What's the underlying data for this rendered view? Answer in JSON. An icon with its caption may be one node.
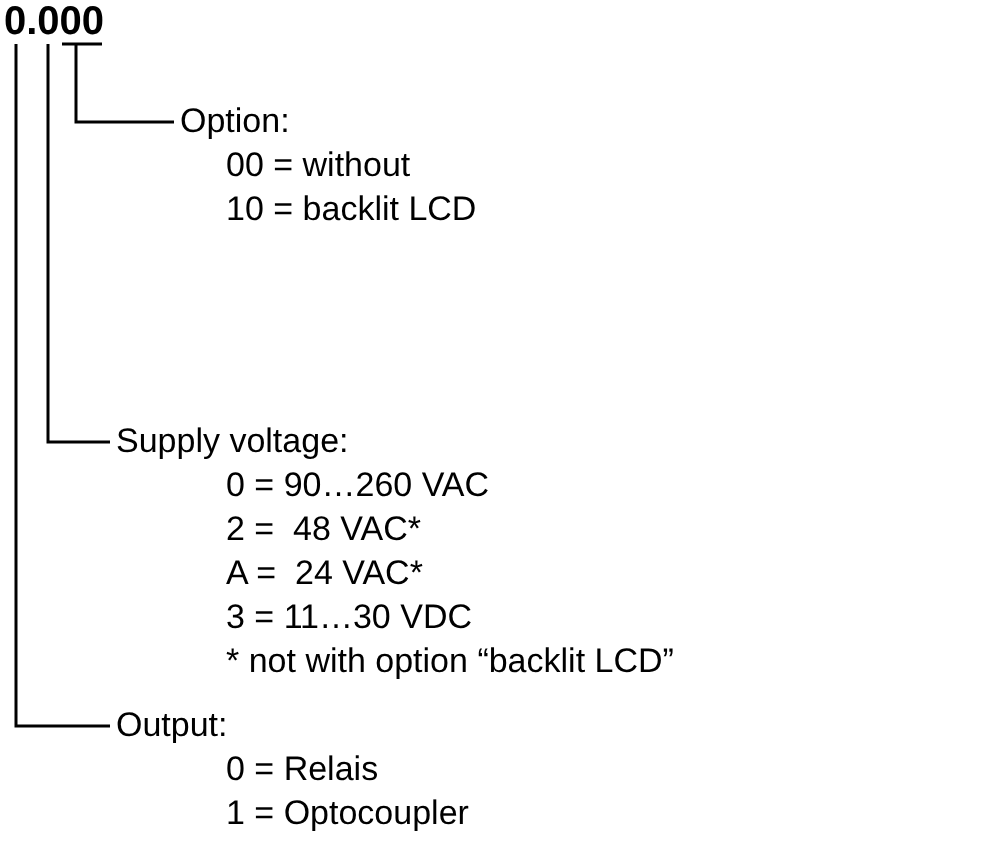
{
  "diagram": {
    "nodes": [
      {
        "text": [
          "0.000"
        ]
      },
      {
        "text": [
          "Option:",
          "00 = without",
          "10 = backlit LCD"
        ]
      },
      {
        "text": [
          "Supply voltage:",
          "0 = 90…260 VAC",
          "2 =  48 VAC*",
          "A =  24 VAC*",
          "3 = 11…30 VDC",
          "* not with option “backlit LCD”"
        ]
      },
      {
        "text": [
          "Output:",
          "0 = Relais",
          "1 = Optocoupler"
        ]
      }
    ],
    "edges": [
      {
        "from": 0,
        "to": 1,
        "arrow": "none"
      },
      {
        "from": 0,
        "to": 2,
        "arrow": "none"
      },
      {
        "from": 0,
        "to": 3,
        "arrow": "none"
      }
    ]
  }
}
